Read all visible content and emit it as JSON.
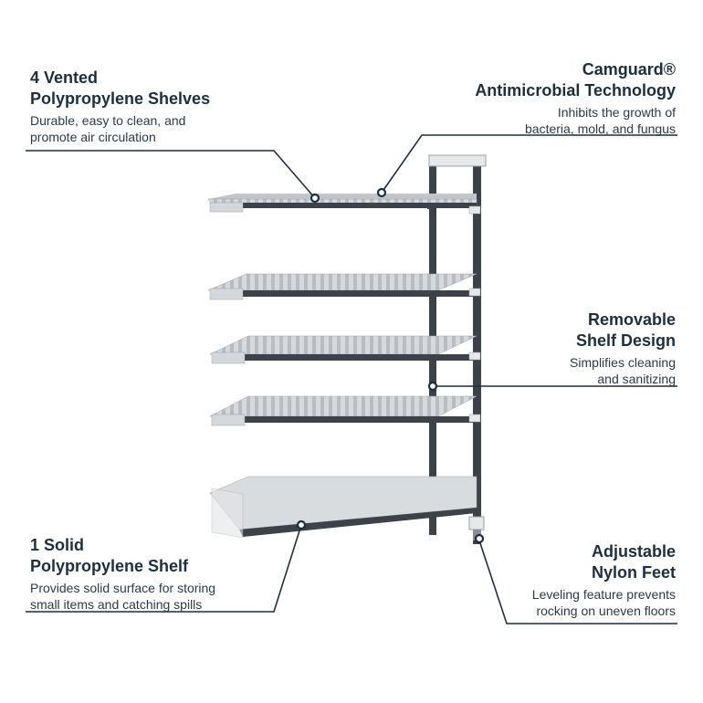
{
  "colors": {
    "text": "#1c2f40",
    "leader_line": "#1c2f40",
    "frame": "#3d4248",
    "shelf_grey": "#c9ccd0"
  },
  "callouts": {
    "vented": {
      "title_line1": "4 Vented",
      "title_line2": "Polypropylene Shelves",
      "desc_line1": "Durable, easy to clean, and",
      "desc_line2": "promote air circulation"
    },
    "camguard": {
      "title_line1": "Camguard®",
      "title_line2": "Antimicrobial Technology",
      "desc_line1": "Inhibits the growth of",
      "desc_line2": "bacteria, mold, and fungus"
    },
    "removable": {
      "title_line1": "Removable",
      "title_line2": "Shelf Design",
      "desc_line1": "Simplifies cleaning",
      "desc_line2": "and sanitizing"
    },
    "solid": {
      "title_line1": "1 Solid",
      "title_line2": "Polypropylene Shelf",
      "desc_line1": "Provides solid surface for storing",
      "desc_line2": "small items and catching spills"
    },
    "feet": {
      "title_line1": "Adjustable",
      "title_line2": "Nylon Feet",
      "desc_line1": "Leveling feature prevents",
      "desc_line2": "rocking on uneven floors"
    }
  }
}
